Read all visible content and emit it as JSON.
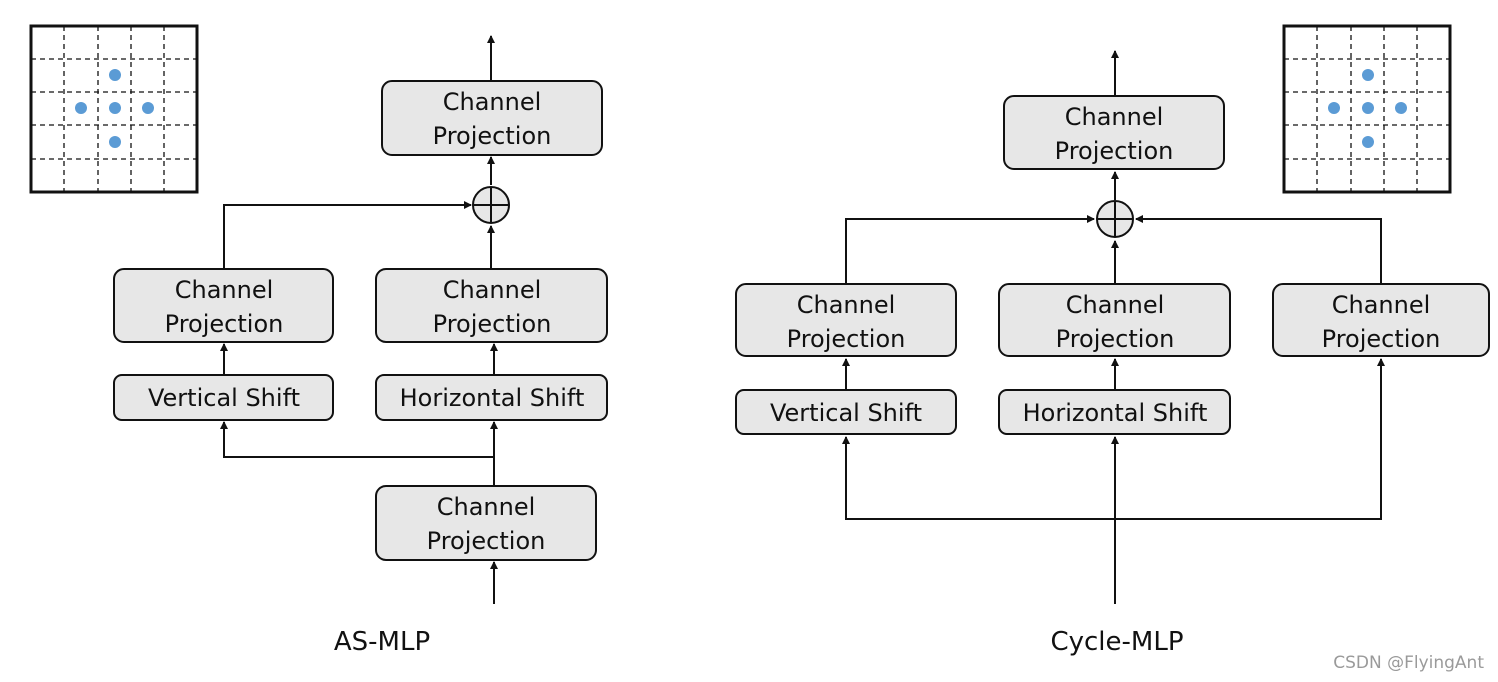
{
  "colors": {
    "box_fill": "#e7e7e7",
    "dot": "#5b9bd5",
    "stroke": "#111111"
  },
  "as_mlp": {
    "caption": "AS-MLP",
    "top_projection": [
      "Channel",
      "Projection"
    ],
    "left_projection": [
      "Channel",
      "Projection"
    ],
    "right_projection": [
      "Channel",
      "Projection"
    ],
    "vertical_shift": "Vertical Shift",
    "horizontal_shift": "Horizontal Shift",
    "bottom_projection": [
      "Channel",
      "Projection"
    ]
  },
  "cycle_mlp": {
    "caption": "Cycle-MLP",
    "top_projection": [
      "Channel",
      "Projection"
    ],
    "left_projection": [
      "Channel",
      "Projection"
    ],
    "middle_projection": [
      "Channel",
      "Projection"
    ],
    "right_projection": [
      "Channel",
      "Projection"
    ],
    "vertical_shift": "Vertical Shift",
    "horizontal_shift": "Horizontal Shift"
  },
  "watermark": "CSDN @FlyingAnt"
}
